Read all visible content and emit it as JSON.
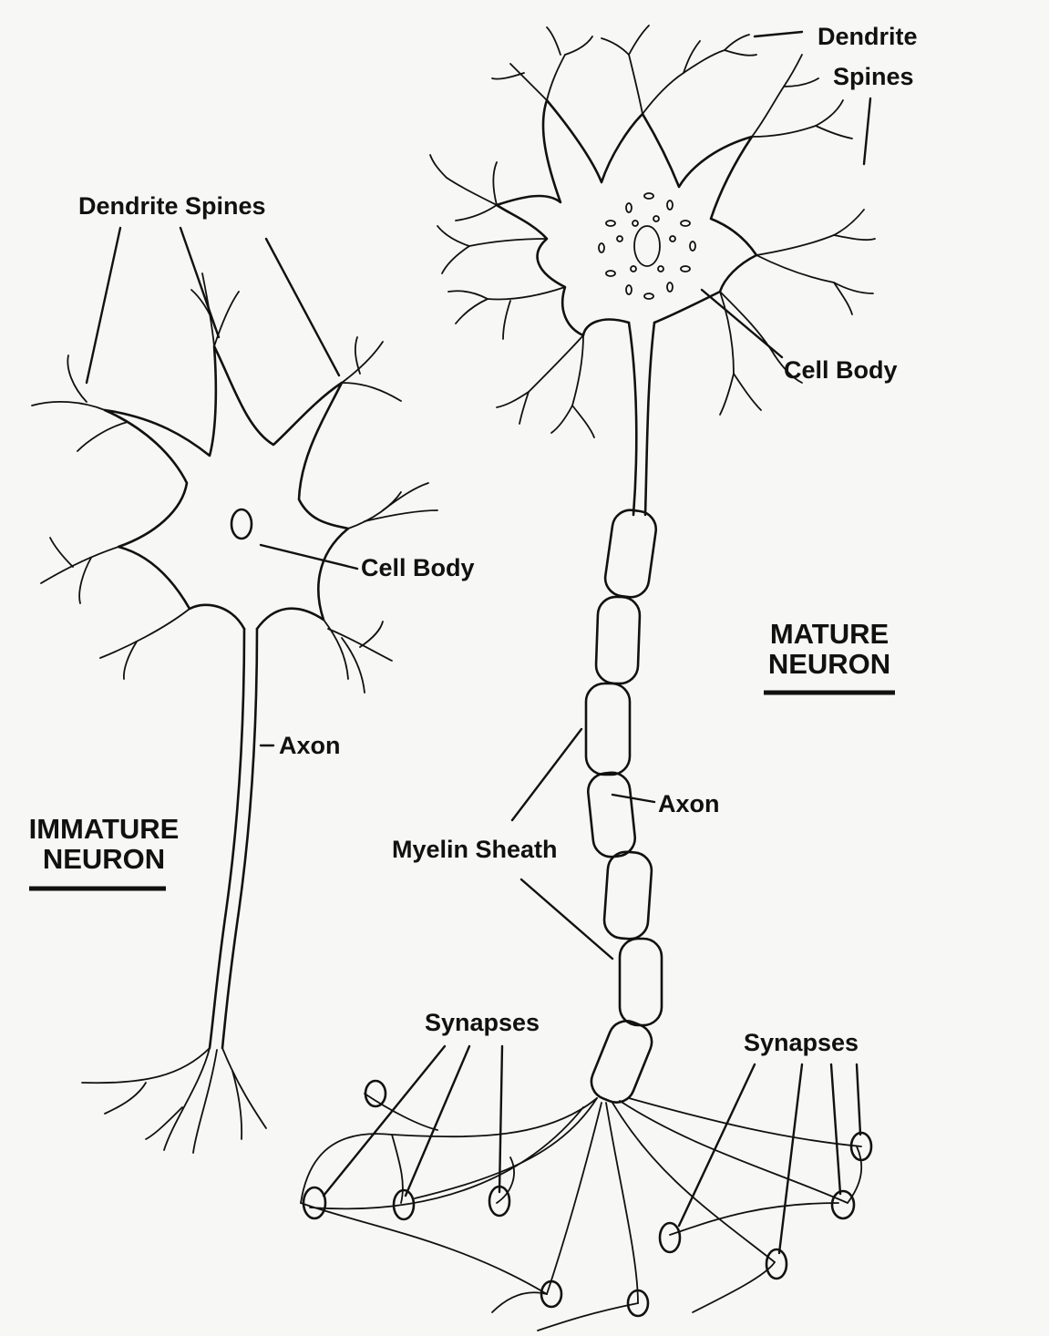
{
  "labels": {
    "mature_dendrite_spines": [
      "Dendrite",
      "Spines"
    ],
    "mature_cell_body": "Cell Body",
    "mature_axon": "Axon",
    "myelin_sheath": "Myelin Sheath",
    "mature_title": [
      "MATURE",
      "NEURON"
    ],
    "immature_dendrite_spines": "Dendrite Spines",
    "immature_cell_body": "Cell Body",
    "immature_axon": "Axon",
    "immature_title": [
      "IMMATURE",
      "NEURON"
    ],
    "synapses_left": "Synapses",
    "synapses_right": "Synapses"
  },
  "colors": {
    "ink": "#111111",
    "paper": "#f7f7f5"
  }
}
